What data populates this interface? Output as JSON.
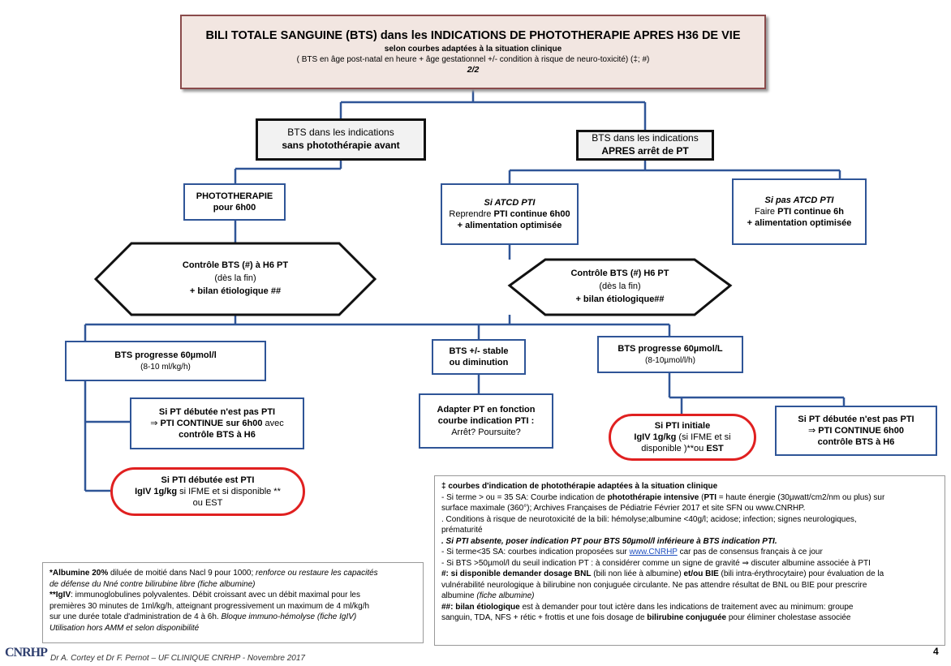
{
  "title": {
    "main": "BILI TOTALE SANGUINE (BTS) dans les INDICATIONS DE PHOTOTHERAPIE APRES H36 DE VIE",
    "sub1": "selon courbes  adaptées à la situation clinique",
    "sub2": "( BTS en âge post-natal en heure + âge gestationnel +/- condition à risque de neuro-toxicité)  (‡; #)",
    "page": "2/2"
  },
  "left_branch": {
    "header_line1": "BTS dans les indications",
    "header_line2": "sans photothérapie avant",
    "photo_line1": "PHOTOTHERAPIE",
    "photo_line2": "pour 6h00",
    "hex_line1": "Contrôle BTS (#) à H6 PT",
    "hex_line2": "(dès la fin)",
    "hex_line3": "+ bilan  étiologique ##",
    "progress_line1": "BTS  progresse 60µmol/l",
    "progress_line2": "(8-10 ml/kg/h)",
    "not_pti_line1": "Si PT débutée n'est pas PTI",
    "not_pti_line2": "PTI CONTINUE sur 6h00",
    "not_pti_line2b": " avec",
    "not_pti_line3": "contrôle BTS  à H6",
    "pti_line1": "Si PTI débutée est PTI",
    "pti_line2a": "IgIV 1g/kg",
    "pti_line2b": " si IFME et si disponible **",
    "pti_line3": "ou EST"
  },
  "right_branch": {
    "header_line1": "BTS dans les indications",
    "header_line2": "APRES arrêt de PT",
    "atcd_line1": "Si ATCD PTI",
    "atcd_line2a": "Reprendre ",
    "atcd_line2b": "PTI continue 6h00",
    "atcd_line3": "+ alimentation optimisée",
    "no_atcd_line1": "Si pas ATCD PTI",
    "no_atcd_line2a": "Faire ",
    "no_atcd_line2b": "PTI continue 6h",
    "no_atcd_line3": "+ alimentation optimisée",
    "hex_line1": "Contrôle BTS (#) H6 PT",
    "hex_line2": "(dès la fin)",
    "hex_line3": "+ bilan étiologique##",
    "stable_line1": "BTS +/- stable",
    "stable_line2": "ou diminution",
    "adapt_line1": "Adapter PT en fonction",
    "adapt_line2": "courbe indication PTI :",
    "adapt_line3": "Arrêt? Poursuite?",
    "progress_line1": "BTS progresse 60µmol/L",
    "progress_line2": "(8-10µmol/l/h)",
    "pti_init_line1": "Si PTI initiale",
    "pti_init_line2a": "IgIV 1g/kg",
    "pti_init_line2b": " (si IFME et si",
    "pti_init_line3a": "disponible )**ou ",
    "pti_init_line3b": "EST",
    "not_pti_line1": "Si PT débutée n'est pas PTI",
    "not_pti_line2": "PTI CONTINUE  6h00",
    "not_pti_line3": "contrôle BTS  à H6"
  },
  "footnote_left": {
    "l1a": "*Albumine 20%",
    "l1b": " diluée de moitié dans Nacl 9 pour 1000; ",
    "l1c": "renforce ou restaure les capacités",
    "l2": "de défense du Nné contre bilirubine libre (fiche albumine)",
    "l3a": "**IgIV",
    "l3b": ": immunoglobulines polyvalentes. Débit croissant avec un débit maximal pour les",
    "l4": "premières 30 minutes de 1ml/kg/h, atteignant progressivement un maximum de 4 ml/kg/h",
    "l5a": "sur une durée totale d'administration de 4 à 6h. ",
    "l5b": "Bloque immuno-hémolyse (fiche IgIV)",
    "l6": "Utilisation hors AMM et selon disponibilité"
  },
  "footnote_right": {
    "h": "‡ courbes d'indication de photothérapie adaptées à la situation clinique",
    "l1a": "- Si terme > ou = 35 SA: Courbe indication de ",
    "l1b": "photothérapie intensive",
    "l1c": " (",
    "l1d": "PTI",
    "l1e": " = haute énergie (30µwatt/cm2/nm ou plus) sur",
    "l2": "surface maximale (360°); Archives Françaises de Pédiatrie  Février 2017 et site SFN ou www.CNRHP.",
    "l3": ". Conditions à risque de neurotoxicité de la bili: hémolyse;albumine <40g/l; acidose; infection; signes neurologiques,",
    "l4": "prématurité",
    "l5": ". Si PTI absente, poser indication PT pour BTS 50µmol/l  inférieure à BTS indication PTI.",
    "l6a": "- Si terme<35 SA: courbes indication proposées sur ",
    "l6link": "www.CNRHP",
    "l6b": " car pas de consensus français à ce jour",
    "l7a": "- Si BTS >50µmol/l du seuil indication PT : à considérer comme un signe de gravité ",
    "l7b": " discuter albumine associée à PTI",
    "l8a": "#: si disponible demander dosage BNL",
    "l8b": " (bili non liée à albumine) ",
    "l8c": "et/ou BIE",
    "l8d": " (bili intra-érythrocytaire) pour évaluation de la",
    "l9": "vulnérabilité neurologique à bilirubine non conjuguée circulante. Ne pas attendre  résultat de BNL ou BIE pour prescrire",
    "l10a": "albumine ",
    "l10b": " (fiche albumine)",
    "l11a": "##: bilan étiologique",
    "l11b": " est à demander pour tout ictère dans les indications de traitement avec au minimum:  groupe",
    "l12a": "sanguin, TDA, NFS + rétic + frottis et une fois dosage de ",
    "l12b": "bilirubine conjuguée",
    "l12c": " pour éliminer cholestase associée"
  },
  "footer": {
    "logo": "CNRHP",
    "credit": "Dr A. Cortey et Dr F. Pernot – UF CLINIQUE CNRHP - Novembre 2017",
    "page_number": "4"
  },
  "colors": {
    "connector": "#2f5597",
    "box_border": "#2f5597",
    "highlight_border": "#e02020",
    "title_bg": "#f2e6e1",
    "title_border": "#8a4b4b"
  }
}
